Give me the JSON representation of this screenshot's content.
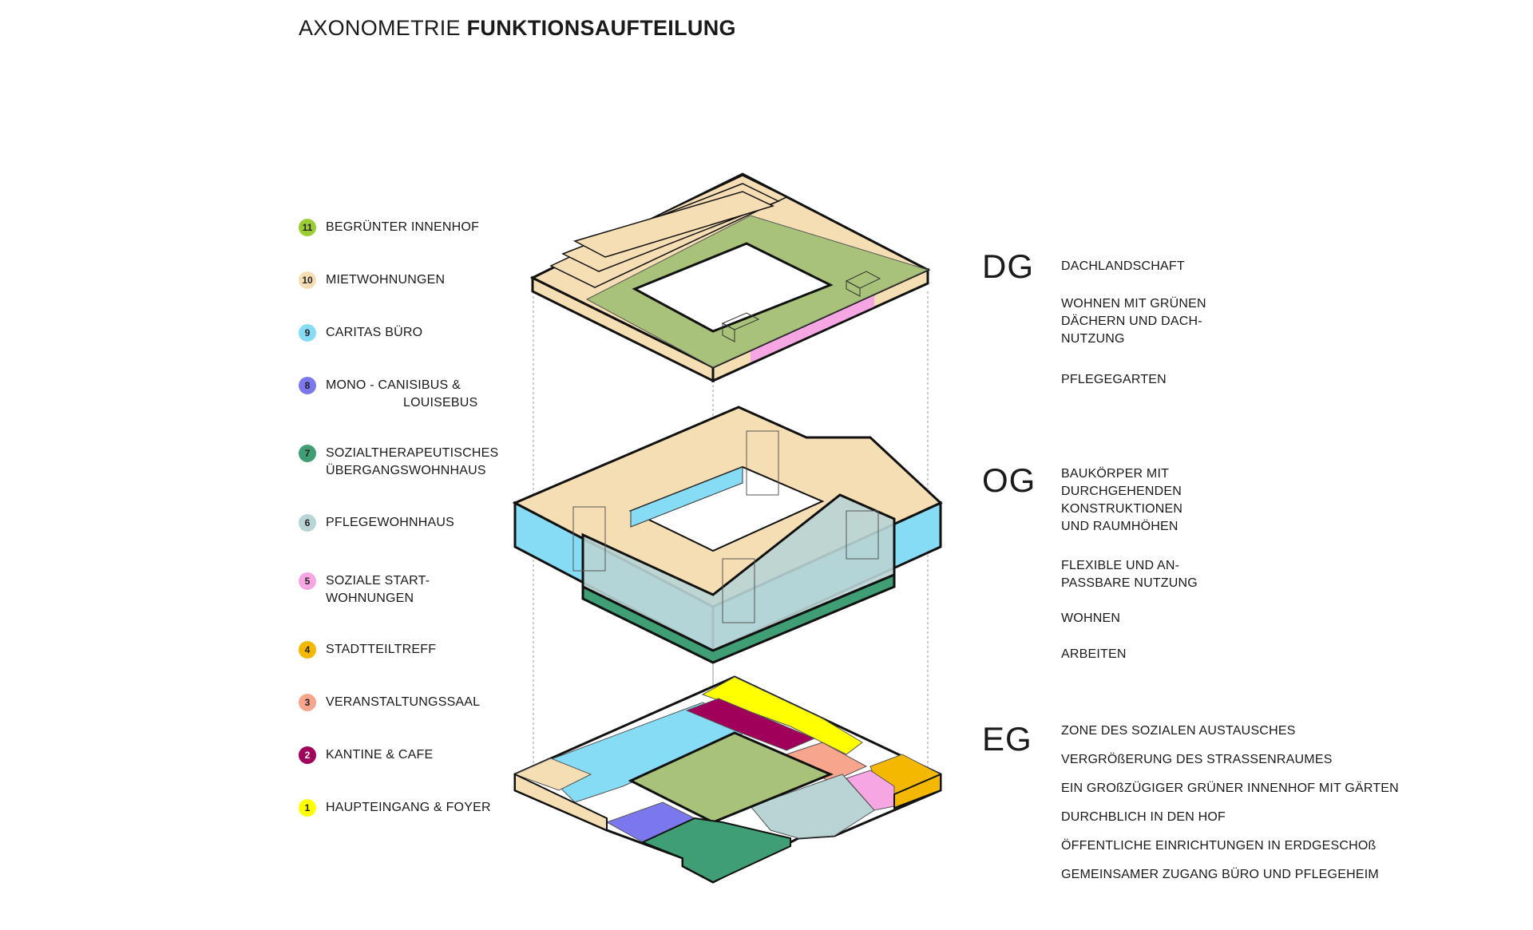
{
  "title": {
    "light": "AXONOMETRIE ",
    "bold": "FUNKTIONSAUFTEILUNG"
  },
  "legend": [
    {
      "num": "11",
      "color": "#9acd32",
      "text": "BEGRÜNTER INNENHOF",
      "text2": ""
    },
    {
      "num": "10",
      "color": "#f5deb3",
      "text": "MIETWOHNUNGEN",
      "text2": ""
    },
    {
      "num": "9",
      "color": "#87dcf5",
      "text": "CARITAS BÜRO",
      "text2": ""
    },
    {
      "num": "8",
      "color": "#7b78ee",
      "text": "MONO - CANISIBUS &",
      "text2": "LOUISEBUS"
    },
    {
      "num": "7",
      "color": "#3f9e73",
      "text": "SOZIALTHERAPEUTISCHES",
      "text2": "ÜBERGANGSWOHNHAUS"
    },
    {
      "num": "6",
      "color": "#b9d4d4",
      "text": "PFLEGEWOHNHAUS",
      "text2": ""
    },
    {
      "num": "5",
      "color": "#f7a6e4",
      "text": "SOZIALE START-",
      "text2": "WOHNUNGEN"
    },
    {
      "num": "4",
      "color": "#f5b800",
      "text": "STADTTEILTREFF",
      "text2": ""
    },
    {
      "num": "3",
      "color": "#f7a58c",
      "text": "VERANSTALTUNGSSAAL",
      "text2": ""
    },
    {
      "num": "2",
      "color": "#a0005a",
      "text": "KANTINE & CAFE",
      "text2": ""
    },
    {
      "num": "1",
      "color": "#ffff00",
      "text": "HAUPTEINGANG & FOYER",
      "text2": ""
    }
  ],
  "levels": {
    "dg": {
      "label": "DG",
      "notes": [
        "DACHLANDSCHAFT",
        "WOHNEN MIT GRÜNEN\nDÄCHERN UND DACH-\nNUTZUNG",
        "PFLEGEGARTEN"
      ]
    },
    "og": {
      "label": "OG",
      "notes": [
        "BAUKÖRPER MIT\nDURCHGEHENDEN\nKONSTRUKTIONEN\nUND RAUMHÖHEN",
        "FLEXIBLE UND AN-\nPASSBARE NUTZUNG",
        "WOHNEN",
        "ARBEITEN"
      ]
    },
    "eg": {
      "label": "EG",
      "notes": [
        "ZONE DES SOZIALEN AUSTAUSCHES",
        "VERGRÖßERUNG DES STRASSENRAUMES",
        "EIN GROßZÜGIGER GRÜNER INNENHOF MIT GÄRTEN",
        "DURCHBLICH IN DEN HOF",
        "ÖFFENTLICHE EINRICHTUNGEN IN ERDGESCHOß",
        "GEMEINSAMER ZUGANG BÜRO UND PFLEGEHEIM"
      ]
    }
  }
}
